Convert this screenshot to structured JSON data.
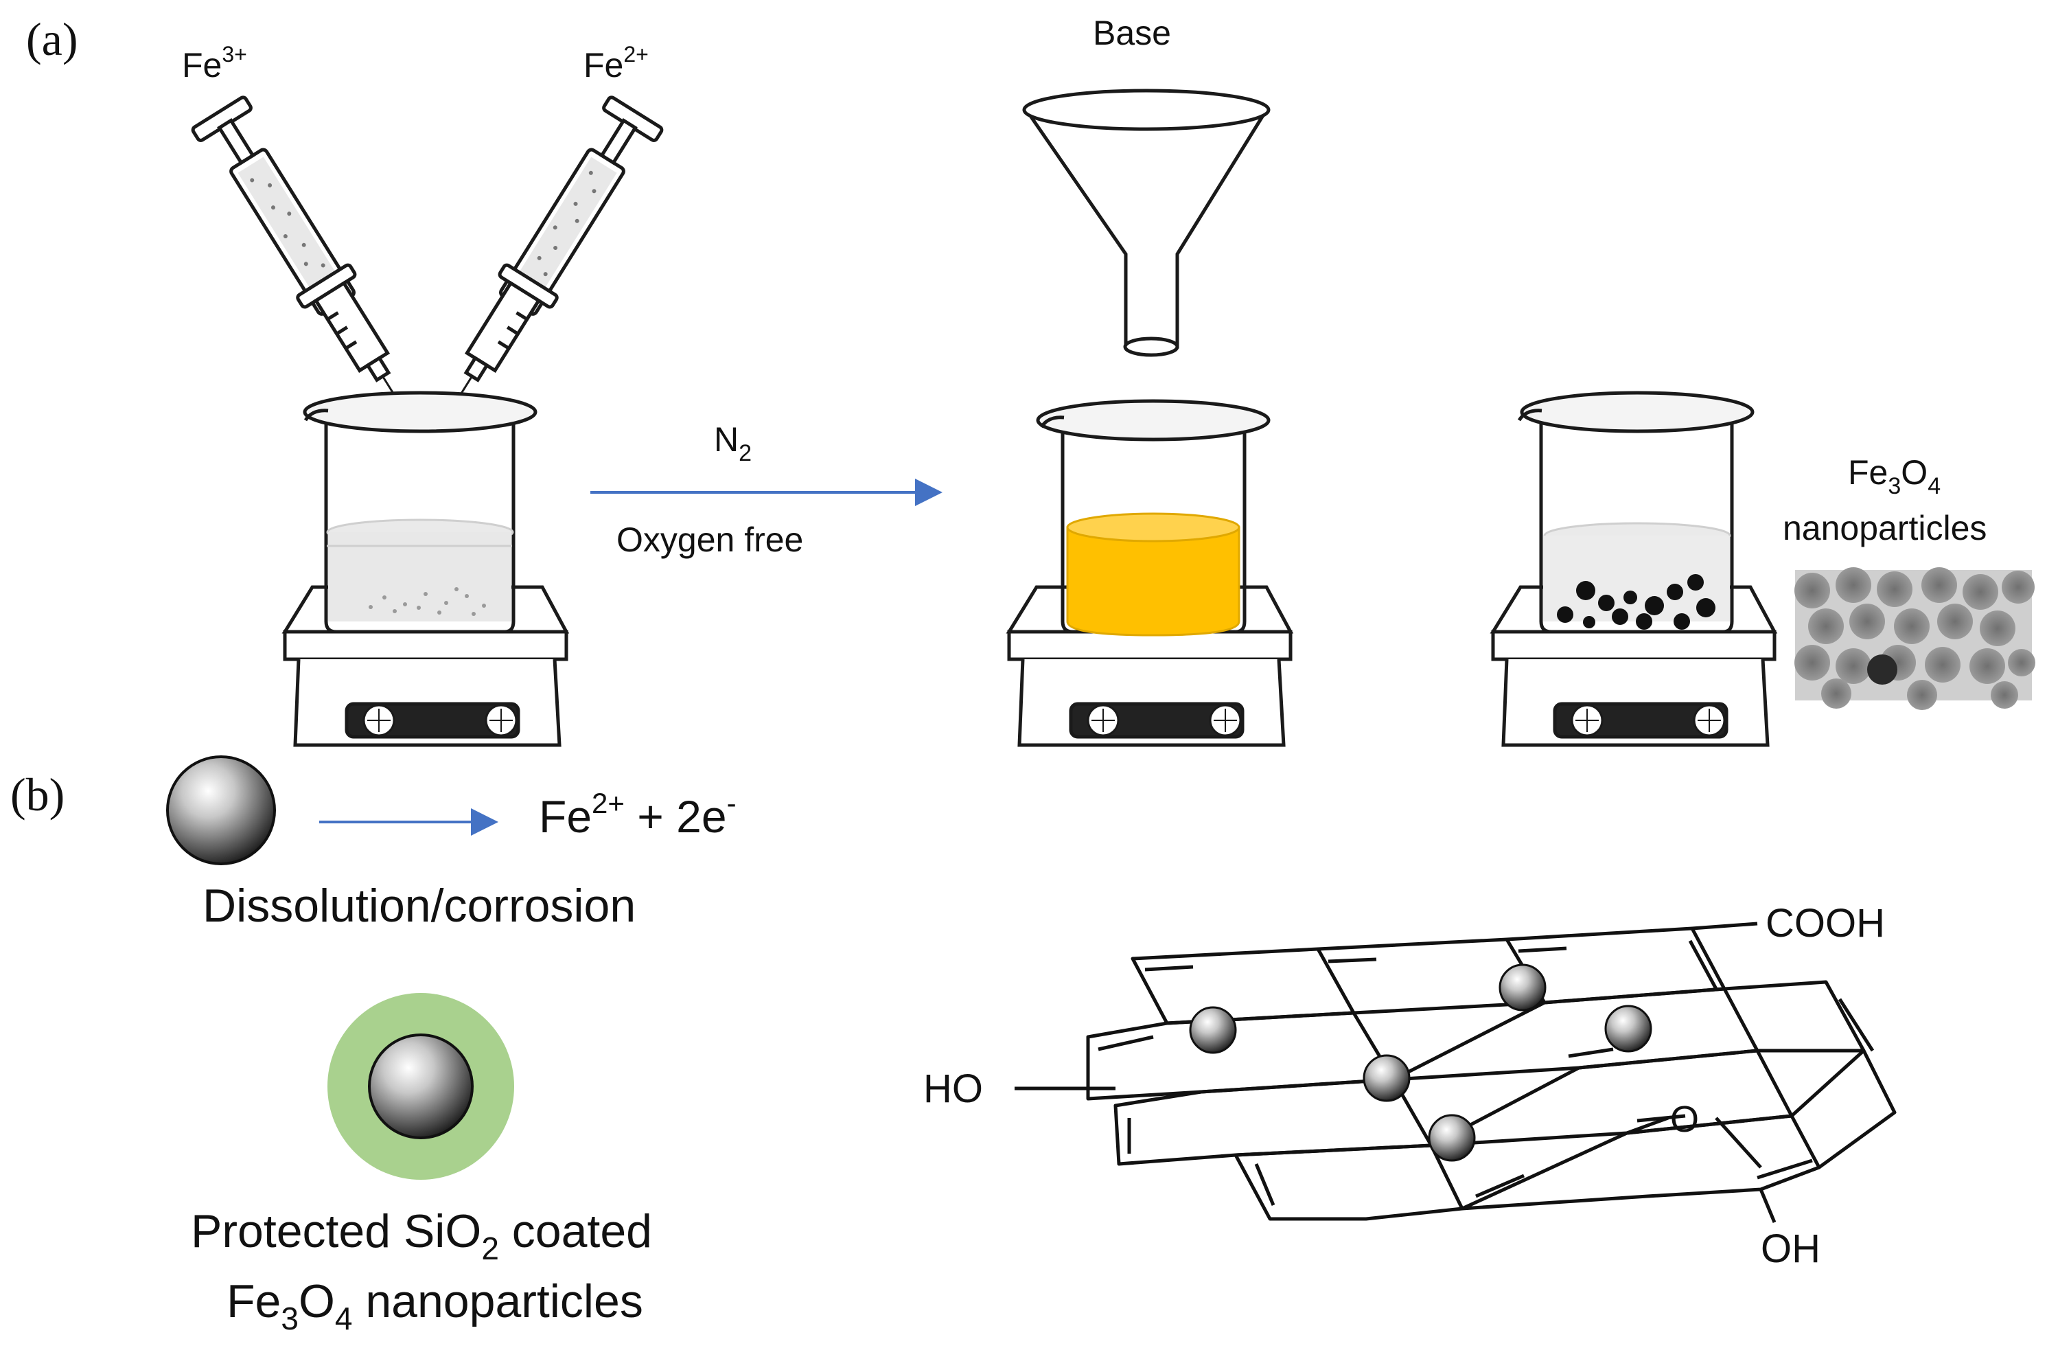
{
  "panel_a": {
    "label": "(a)",
    "syringe_left": "Fe",
    "syringe_left_sup": "3+",
    "syringe_right": "Fe",
    "syringe_right_sup": "2+",
    "funnel_label": "Base",
    "arrow_top_main": "N",
    "arrow_top_sub": "2",
    "arrow_bottom": "Oxygen free",
    "product_line1_a": "Fe",
    "product_line1_sub1": "3",
    "product_line1_b": "O",
    "product_line1_sub2": "4",
    "product_line2": "nanoparticles"
  },
  "panel_b": {
    "label": "(b)",
    "reaction_a": "Fe",
    "reaction_sup1": "2+",
    "reaction_b": " + 2e",
    "reaction_sup2": "-",
    "dissolution": "Dissolution/corrosion",
    "coated_line1_a": "Protected SiO",
    "coated_line1_sub": "2",
    "coated_line1_b": " coated",
    "coated_line2_a": "Fe",
    "coated_line2_sub1": "3",
    "coated_line2_b": "O",
    "coated_line2_sub2": "4",
    "coated_line2_c": " nanoparticles",
    "group_cooh": "COOH",
    "group_ho": "HO",
    "group_oh": "OH",
    "group_o": "O"
  },
  "colors": {
    "arrow": "#4472c4",
    "solution_yellow": "#ffc000",
    "silica_shell": "#a9d18e",
    "stroke": "#1a1a1a"
  }
}
